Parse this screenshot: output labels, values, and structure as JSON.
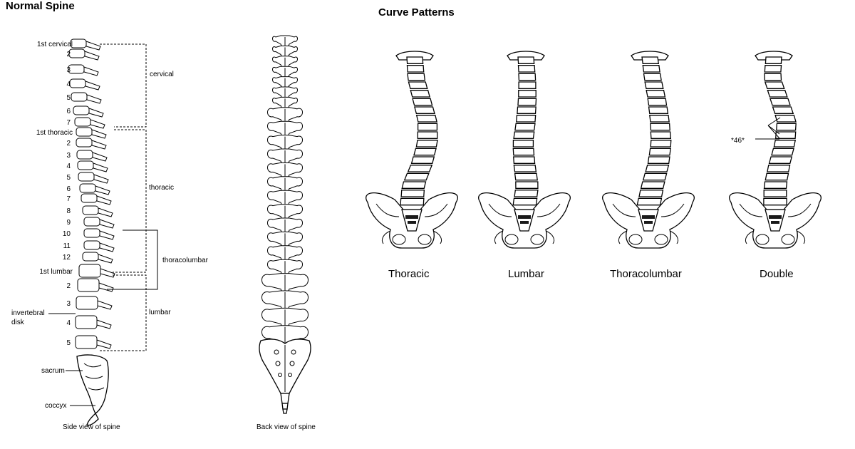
{
  "normal_spine": {
    "title": "Normal Spine",
    "side_labels": [
      "1st cervical",
      "2",
      "3",
      "4",
      "5",
      "6",
      "7",
      "1st thoracic",
      "2",
      "3",
      "4",
      "5",
      "6",
      "7",
      "8",
      "9",
      "10",
      "11",
      "12",
      "1st lumbar",
      "2",
      "3",
      "4",
      "5"
    ],
    "regions": {
      "cervical": "cervical",
      "thoracic": "thoracic",
      "thoracolumbar": "thoracolumbar",
      "lumbar": "lumbar"
    },
    "invertebral_disk": [
      "invertebral",
      "disk"
    ],
    "sacrum": "sacrum",
    "coccyx": "coccyx",
    "side_caption": "Side view of spine",
    "back_caption": "Back view of spine"
  },
  "curve_patterns": {
    "title": "Curve Patterns",
    "items": [
      {
        "label": "Thoracic"
      },
      {
        "label": "Lumbar"
      },
      {
        "label": "Thoracolumbar"
      },
      {
        "label": "Double",
        "angle": "*46*"
      }
    ]
  }
}
